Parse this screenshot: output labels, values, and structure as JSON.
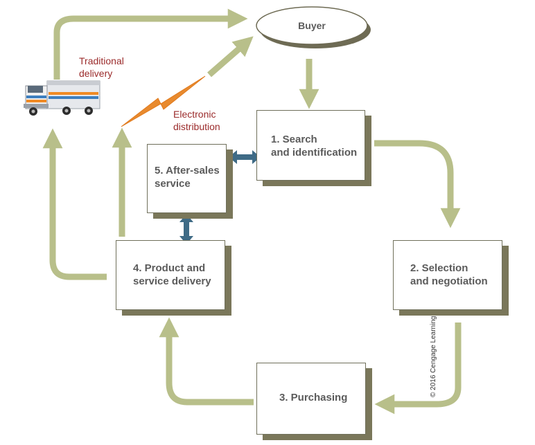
{
  "nodes": {
    "buyer": "Buyer",
    "search": [
      "1. Search",
      "and identification"
    ],
    "selection": [
      "2. Selection",
      "and negotiation"
    ],
    "purchasing": "3. Purchasing",
    "delivery": [
      "4. Product and",
      "service delivery"
    ],
    "after_sales": [
      "5. After-sales",
      "service"
    ]
  },
  "labels": {
    "traditional": [
      "Traditional",
      "delivery"
    ],
    "electronic": [
      "Electronic",
      "distribution"
    ]
  },
  "copyright": "© 2016 Cengage Learning",
  "colors": {
    "flow_arrow": "#b8bf8a",
    "exchange_arrow": "#3f6b86",
    "box_shadow": "#7a775a",
    "note_text": "#9b2b2b",
    "lightning": "#e88a2e"
  }
}
